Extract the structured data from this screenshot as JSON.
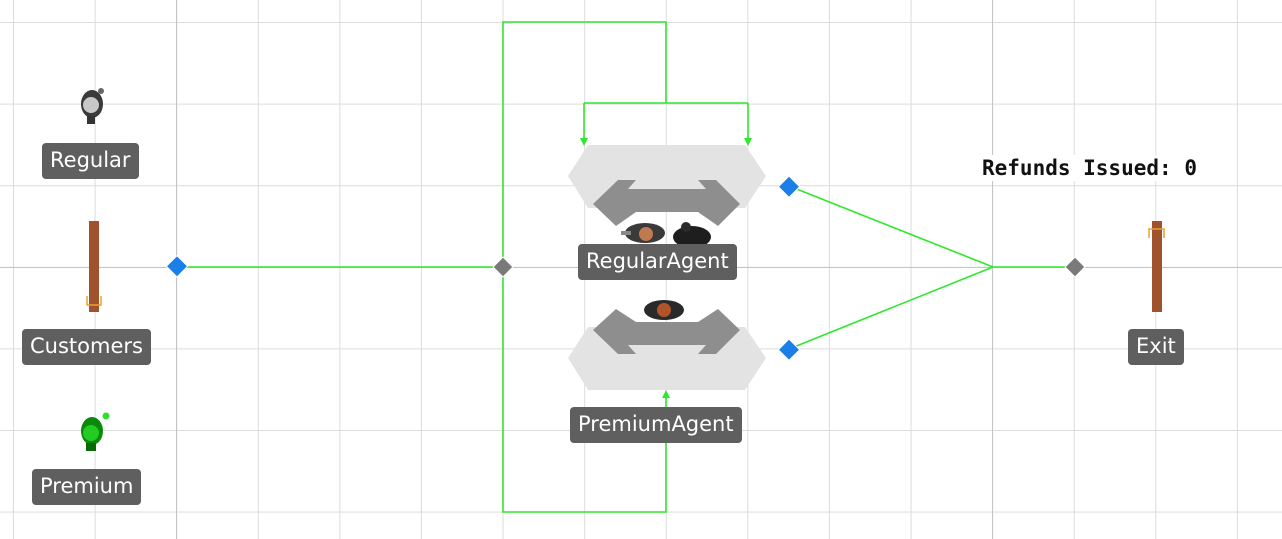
{
  "nodes": {
    "regular_label": "Regular",
    "customers_label": "Customers",
    "premium_label": "Premium",
    "regular_agent_label": "RegularAgent",
    "premium_agent_label": "PremiumAgent",
    "exit_label": "Exit"
  },
  "counter": {
    "label": "Refunds Issued:",
    "value": "0"
  },
  "colors": {
    "flow_line": "#2ee82e",
    "port": "#1a7fe8",
    "junction": "#7a7a7a",
    "label_bg": "#5f5f5f",
    "source_bar": "#a0522d"
  },
  "icons": [
    "regular-customer-icon",
    "premium-customer-icon",
    "agent-icon"
  ]
}
